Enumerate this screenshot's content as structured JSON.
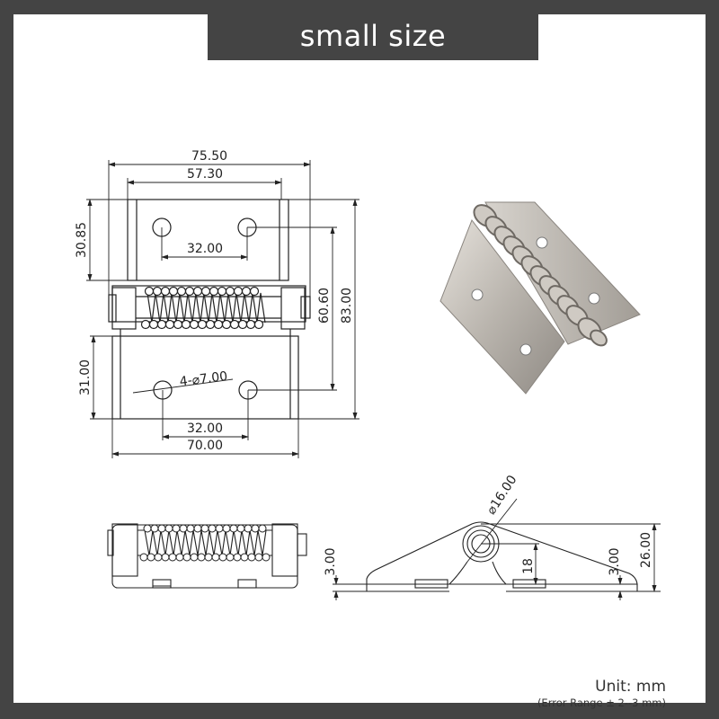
{
  "header": {
    "title": "small size"
  },
  "front_view": {
    "dimensions": {
      "overall_width": "75.50",
      "inner_width": "57.30",
      "top_leaf_height": "30.85",
      "top_hole_spacing": "32.00",
      "hole_center_distance": "60.60",
      "overall_height": "83.00",
      "bottom_leaf_height": "31.00",
      "holes": "4-⌀7.00",
      "bottom_hole_spacing": "32.00",
      "leaf_width": "70.00"
    }
  },
  "side_view": {
    "dimensions": {
      "left_thickness": "3.00",
      "barrel_diameter": "⌀16.00",
      "barrel_center_height": "18",
      "right_thickness": "3.00",
      "overall_height": "26.00"
    }
  },
  "photo": {
    "description": "stainless steel spring hinge product photo"
  },
  "footer": {
    "unit": "Unit:  mm",
    "error_range": "(Error Range ± 2--3 mm)"
  },
  "colors": {
    "frame": "#444444",
    "background": "#ffffff",
    "line": "#222222"
  }
}
